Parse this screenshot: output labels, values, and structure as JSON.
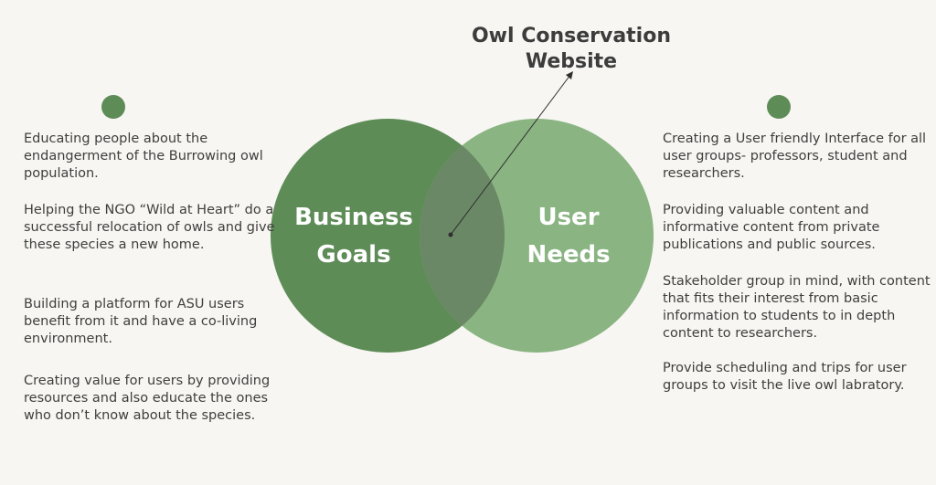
{
  "diagram": {
    "title_lines": [
      "Owl Conservation",
      "Website"
    ],
    "circles": [
      {
        "name": "business-goals",
        "label_lines": [
          "Business",
          "Goals"
        ],
        "color": "#5e8c57"
      },
      {
        "name": "user-needs",
        "label_lines": [
          "User",
          "Needs"
        ],
        "color": "#8ab482"
      }
    ],
    "overlap_color": "#6a8866",
    "dot_color": "#5e8c57",
    "business_goals": [
      "Educating people about the endangerment of the Burrowing owl population.",
      "Helping the NGO “Wild at Heart” do a successful relocation of owls and give these species a new home.",
      "Building a platform for ASU users benefit from it and have a co-living environment.",
      "Creating value for users by providing resources and also educate the ones who don’t know about the species."
    ],
    "user_needs": [
      "Creating a User friendly Interface for all user groups- professors, student and researchers.",
      "Providing valuable content and informative content from private publications and public sources.",
      "Stakeholder group in mind, with content that fits their interest from basic information to students to in depth content to researchers.",
      "Provide scheduling and trips for user groups to visit the live owl labratory."
    ]
  }
}
